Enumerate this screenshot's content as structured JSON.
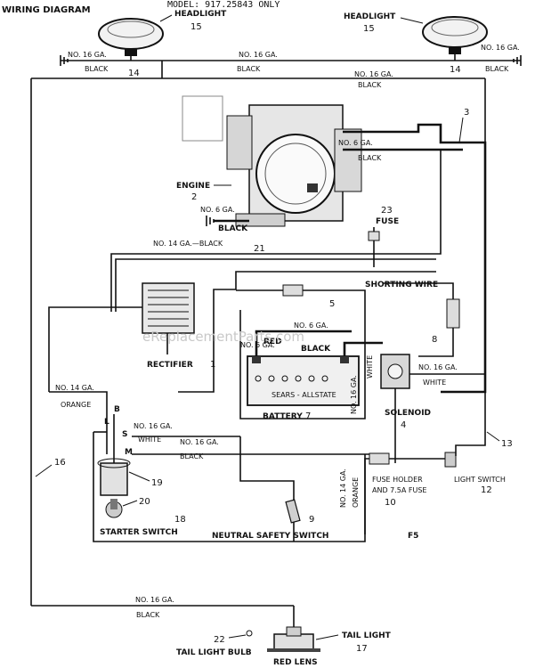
{
  "header": {
    "title": "WIRING DIAGRAM",
    "model": "MODEL: 917.25843 ONLY"
  },
  "headlight_left": {
    "label": "HEADLIGHT",
    "num": "15",
    "gauge": "NO. 16 GA.",
    "color": "BLACK",
    "ref": "14"
  },
  "headlight_right": {
    "label": "HEADLIGHT",
    "num": "15",
    "gauge": "NO. 16 GA.",
    "color": "BLACK",
    "ref": "14"
  },
  "top_bus": {
    "gauge": "NO. 16 GA.",
    "color": "BLACK"
  },
  "right_branch": {
    "gauge": "NO. 16 GA.",
    "color": "BLACK"
  },
  "engine": {
    "label": "ENGINE",
    "num": "2",
    "gauge": "NO. 6 GA.",
    "color": "BLACK"
  },
  "engine_right": {
    "gauge": "NO. 6 GA.",
    "color": "BLACK"
  },
  "wire_3": "3",
  "fuse": {
    "num": "23",
    "label": "FUSE"
  },
  "wire_21": {
    "text": "NO. 14 GA.—BLACK",
    "num": "21"
  },
  "wire_5": "5",
  "battery_wires": {
    "gauge": "NO. 6 GA.",
    "red": "RED",
    "black": "BLACK"
  },
  "battery_sticker": "SEARS - ALLSTATE",
  "shorting_wire": {
    "label": "SHORTING WIRE",
    "num": "8"
  },
  "rectifier": {
    "label": "RECTIFIER",
    "num": "1"
  },
  "orange_wire": {
    "gauge": "NO. 14 GA.",
    "color": "ORANGE"
  },
  "battery": {
    "label": "BATTERY",
    "num": "7"
  },
  "battery_side": {
    "gauge": "NO. 16 GA.",
    "color": "WHITE"
  },
  "solenoid": {
    "label": "SOLENOID",
    "num": "4",
    "gauge": "NO. 16 GA.",
    "color": "WHITE"
  },
  "terminals": {
    "b": "B",
    "l": "L",
    "s": "S",
    "m": "M"
  },
  "starter_wires": {
    "gauge1": "NO. 16 GA.",
    "color1": "WHITE",
    "gauge2": "NO. 16 GA.",
    "color2": "BLACK"
  },
  "wire_13": "13",
  "wire_16": "16",
  "wire_19": "19",
  "wire_20": "20",
  "fuse_holder": {
    "label1": "FUSE HOLDER",
    "label2": "AND 7.5A FUSE",
    "num": "10"
  },
  "light_switch": {
    "label": "LIGHT SWITCH",
    "num": "12"
  },
  "orange_vertical": {
    "gauge": "NO. 14 GA.",
    "color": "ORANGE"
  },
  "starter_switch": {
    "label": "STARTER SWITCH",
    "num": "18"
  },
  "neutral_switch": {
    "label": "NEUTRAL SAFETY SWITCH",
    "num": "9"
  },
  "page_code": "F5",
  "bottom_wire": {
    "gauge": "NO. 16 GA.",
    "color": "BLACK"
  },
  "tail_light": {
    "label": "TAIL LIGHT",
    "num": "17",
    "lens": "RED LENS"
  },
  "tail_bulb": {
    "num": "22",
    "label": "TAIL LIGHT BULB"
  },
  "watermark": "eReplacementParts.com"
}
